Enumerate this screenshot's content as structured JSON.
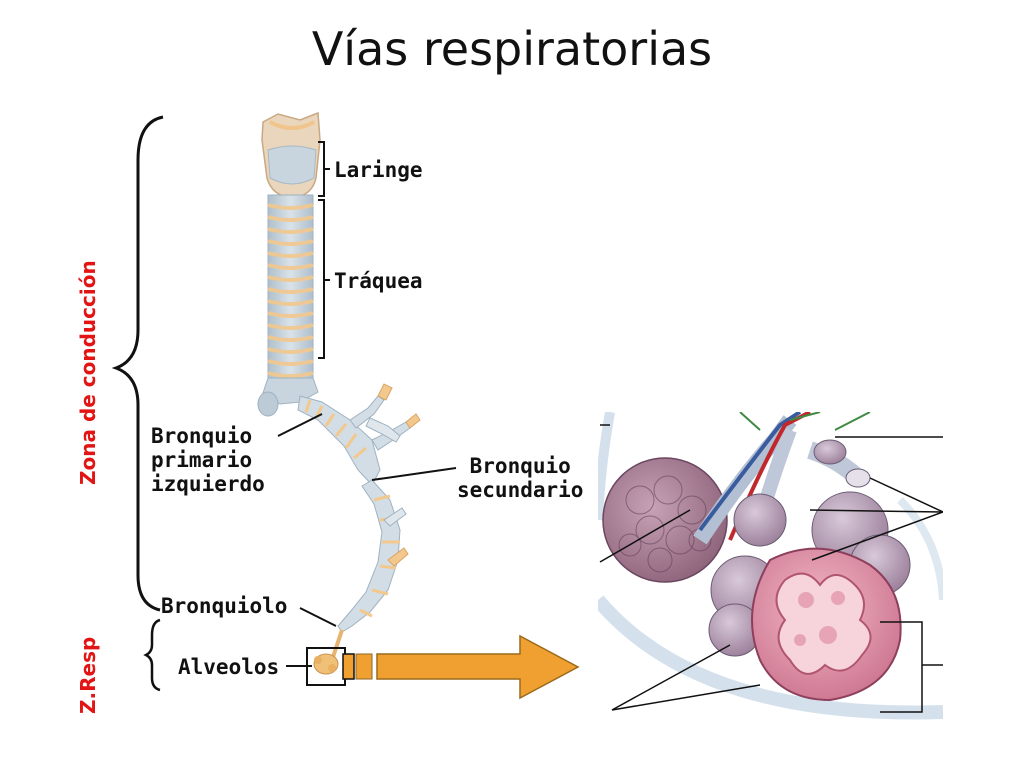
{
  "title": "Vías respiratorias",
  "zones": {
    "conduction": "Zona de conducción",
    "respiratory": "Z.Resp"
  },
  "labels": {
    "larynx": "Laringe",
    "trachea": "Tráquea",
    "primary_bronchus": [
      "Bronquio",
      "primario",
      "izquierdo"
    ],
    "secondary_bronchus": [
      "Bronquio",
      "secundario"
    ],
    "bronchiole": "Bronquiolo",
    "alveoli": "Alveolos"
  },
  "colors": {
    "zone_text": "#e21414",
    "arrow_fill": "#f0a030",
    "cartilage": "#f3c88d",
    "airway_wall": "#bccbd6",
    "alveolus": "#b88aa0"
  },
  "icons": [
    "arrow-right-icon"
  ]
}
